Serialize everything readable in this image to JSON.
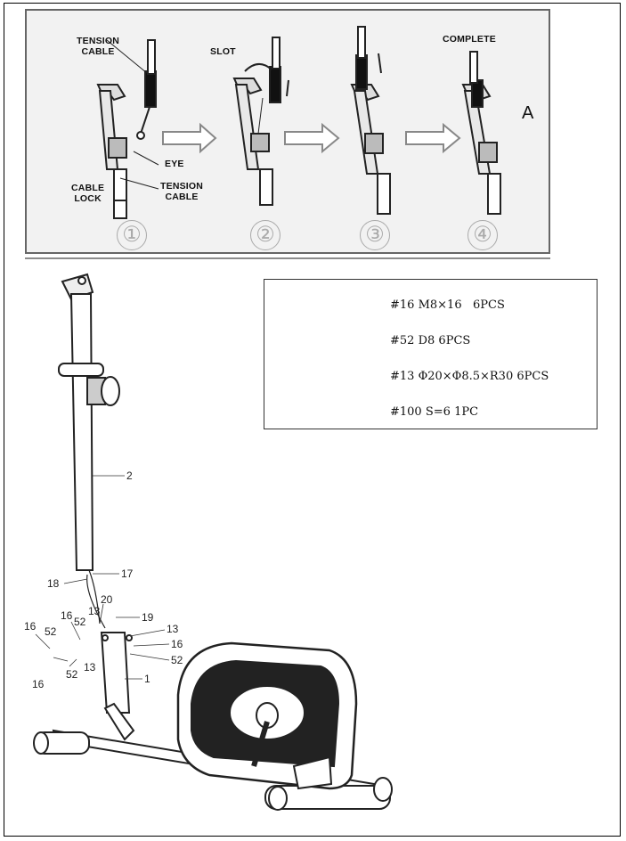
{
  "top_panel": {
    "labels": {
      "tension_cable_top": "TENSION\nCABLE",
      "eye": "EYE",
      "cable_lock": "CABLE\nLOCK",
      "tension_cable_bottom": "TENSION\nCABLE",
      "slot": "SLOT",
      "complete": "COMPLETE"
    },
    "steps": [
      "①",
      "②",
      "③",
      "④"
    ],
    "marker": "A"
  },
  "parts_list": [
    {
      "code": "#16",
      "spec": "M8×16",
      "qty": "6PCS"
    },
    {
      "code": "#52",
      "spec": "D8",
      "qty": "6PCS"
    },
    {
      "code": "#13",
      "spec": "Φ20×Φ8.5×R30",
      "qty": "6PCS"
    },
    {
      "code": "#100",
      "spec": "S=6",
      "qty": "1PC"
    }
  ],
  "callouts": {
    "c2": "2",
    "c17": "17",
    "c18": "18",
    "c20": "20",
    "c19": "19",
    "c13a": "13",
    "c16a": "16",
    "c52a": "52",
    "c16b": "16",
    "c52b": "52",
    "c13b": "13",
    "c52c": "52",
    "c13c": "13",
    "c16c": "16",
    "c52d": "52",
    "c16d": "16",
    "c1": "1"
  }
}
